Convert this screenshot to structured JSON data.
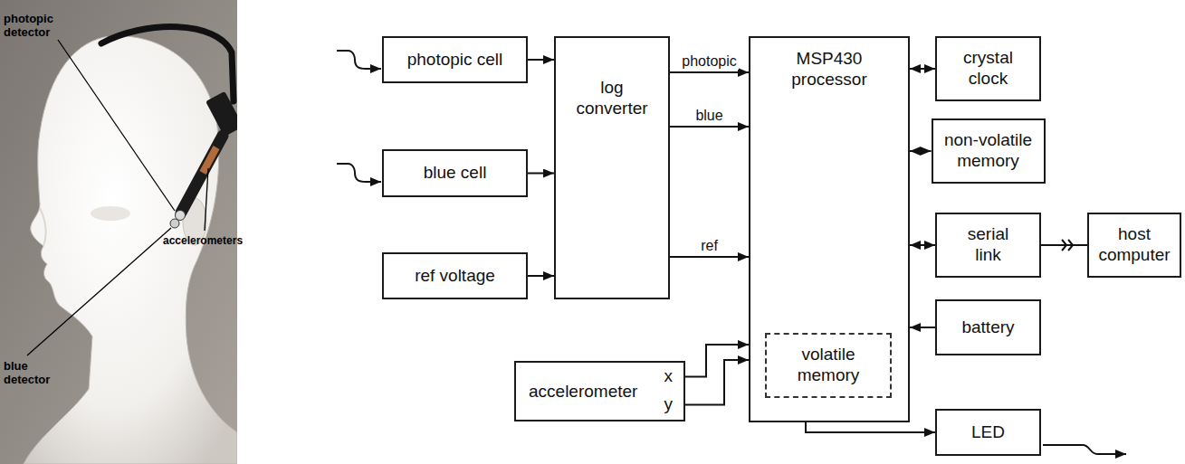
{
  "diagram": {
    "nodes": [
      {
        "text": [
          "photopic cell"
        ]
      },
      {
        "text": [
          "blue cell"
        ]
      },
      {
        "text": [
          "ref voltage"
        ]
      },
      {
        "text": [
          "log converter"
        ]
      },
      {
        "text": [
          "accelerometer",
          "x",
          "y"
        ]
      },
      {
        "text": [
          "MSP430 processor"
        ]
      },
      {
        "text": [
          "volatile memory"
        ],
        "in": 5
      },
      {
        "text": [
          "crystal clock"
        ]
      },
      {
        "text": [
          "non-volatile memory"
        ]
      },
      {
        "text": [
          "serial link"
        ]
      },
      {
        "text": [
          "host computer"
        ]
      },
      {
        "text": [
          "battery"
        ]
      },
      {
        "text": [
          "LED"
        ]
      }
    ],
    "edges": [
      {
        "from": 0,
        "to": 3,
        "arrow": "to"
      },
      {
        "from": 1,
        "to": 3,
        "arrow": "to"
      },
      {
        "from": 2,
        "to": 3,
        "arrow": "to"
      },
      {
        "from": 3,
        "to": 5,
        "label": "photopic",
        "arrow": "to"
      },
      {
        "from": 3,
        "to": 5,
        "label": "blue",
        "arrow": "to"
      },
      {
        "from": 3,
        "to": 5,
        "label": "ref",
        "arrow": "to"
      },
      {
        "from": 4,
        "to": 5,
        "arrow": "to"
      },
      {
        "from": 4,
        "to": 5,
        "arrow": "to"
      },
      {
        "from": 5,
        "to": 7,
        "arrow": "both"
      },
      {
        "from": 5,
        "to": 8,
        "arrow": "both"
      },
      {
        "from": 5,
        "to": 9,
        "arrow": "both"
      },
      {
        "from": 9,
        "to": 10,
        "arrow": "to"
      },
      {
        "from": 11,
        "to": 5,
        "arrow": "to"
      },
      {
        "from": 5,
        "to": 12,
        "arrow": "to"
      }
    ],
    "labels": [
      "photopic detector",
      "blue detector",
      "accelerometers"
    ]
  }
}
